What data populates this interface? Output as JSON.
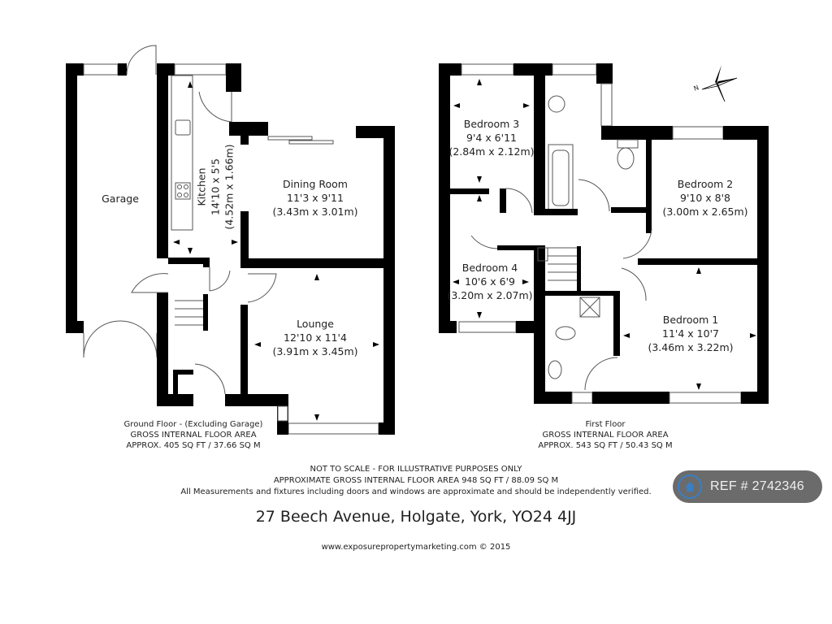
{
  "ground_floor": {
    "rooms": [
      {
        "name": "Garage",
        "imperial": "",
        "metric": ""
      },
      {
        "name": "Kitchen",
        "imperial": "14'10 x 5'5",
        "metric": "(4.52m x 1.66m)"
      },
      {
        "name": "Dining Room",
        "imperial": "11'3 x 9'11",
        "metric": "(3.43m x 3.01m)"
      },
      {
        "name": "Lounge",
        "imperial": "12'10 x 11'4",
        "metric": "(3.91m x 3.45m)"
      }
    ],
    "caption": {
      "title": "Ground Floor - (Excluding Garage)",
      "line2": "GROSS INTERNAL FLOOR AREA",
      "line3": "APPROX. 405 SQ FT / 37.66 SQ M"
    }
  },
  "first_floor": {
    "rooms": [
      {
        "name": "Bedroom 3",
        "imperial": "9'4 x 6'11",
        "metric": "(2.84m x 2.12m)"
      },
      {
        "name": "Bedroom 2",
        "imperial": "9'10 x 8'8",
        "metric": "(3.00m x 2.65m)"
      },
      {
        "name": "Bedroom 4",
        "imperial": "10'6 x 6'9",
        "metric": "(3.20m x 2.07m)"
      },
      {
        "name": "Bedroom 1",
        "imperial": "11'4 x 10'7",
        "metric": "(3.46m x 3.22m)"
      }
    ],
    "caption": {
      "title": "First Floor",
      "line2": "GROSS INTERNAL FLOOR AREA",
      "line3": "APPROX. 543 SQ FT / 50.43 SQ M"
    }
  },
  "compass": {
    "north_label": "N"
  },
  "notes": {
    "line1": "NOT TO SCALE - FOR ILLUSTRATIVE PURPOSES ONLY",
    "line2": "APPROXIMATE GROSS INTERNAL FLOOR AREA 948 SQ FT / 88.09 SQ M",
    "line3": "All Measurements and fixtures including doors and windows are approximate and should be independently verified."
  },
  "address": "27 Beech Avenue, Holgate, York, YO24 4JJ",
  "website": "www.exposurepropertymarketing.com © 2015",
  "reference": {
    "label": "REF # 2742346",
    "icon": "house-icon",
    "badge_color": "#6b6b6b",
    "icon_color": "#3a7fc4"
  }
}
